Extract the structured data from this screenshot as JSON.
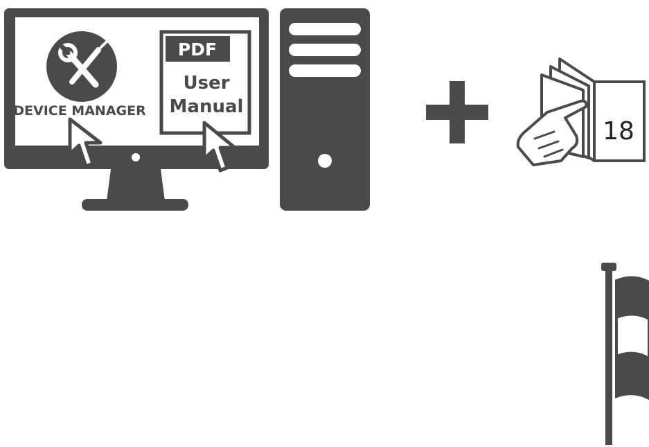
{
  "colors": {
    "icon": "#4a4a4a",
    "background": "#ffffff"
  },
  "monitor": {
    "device_manager_label": "DEVICE MANAGER",
    "pdf_label": "PDF",
    "manual_line1": "User",
    "manual_line2": "Manual"
  },
  "book": {
    "page_number": "18"
  },
  "icons": {
    "tools": "wrench-screwdriver-icon",
    "pointer": "mouse-pointer-icon",
    "plus": "plus-icon",
    "book": "hand-flipping-book-icon",
    "flag": "flag-icon"
  }
}
